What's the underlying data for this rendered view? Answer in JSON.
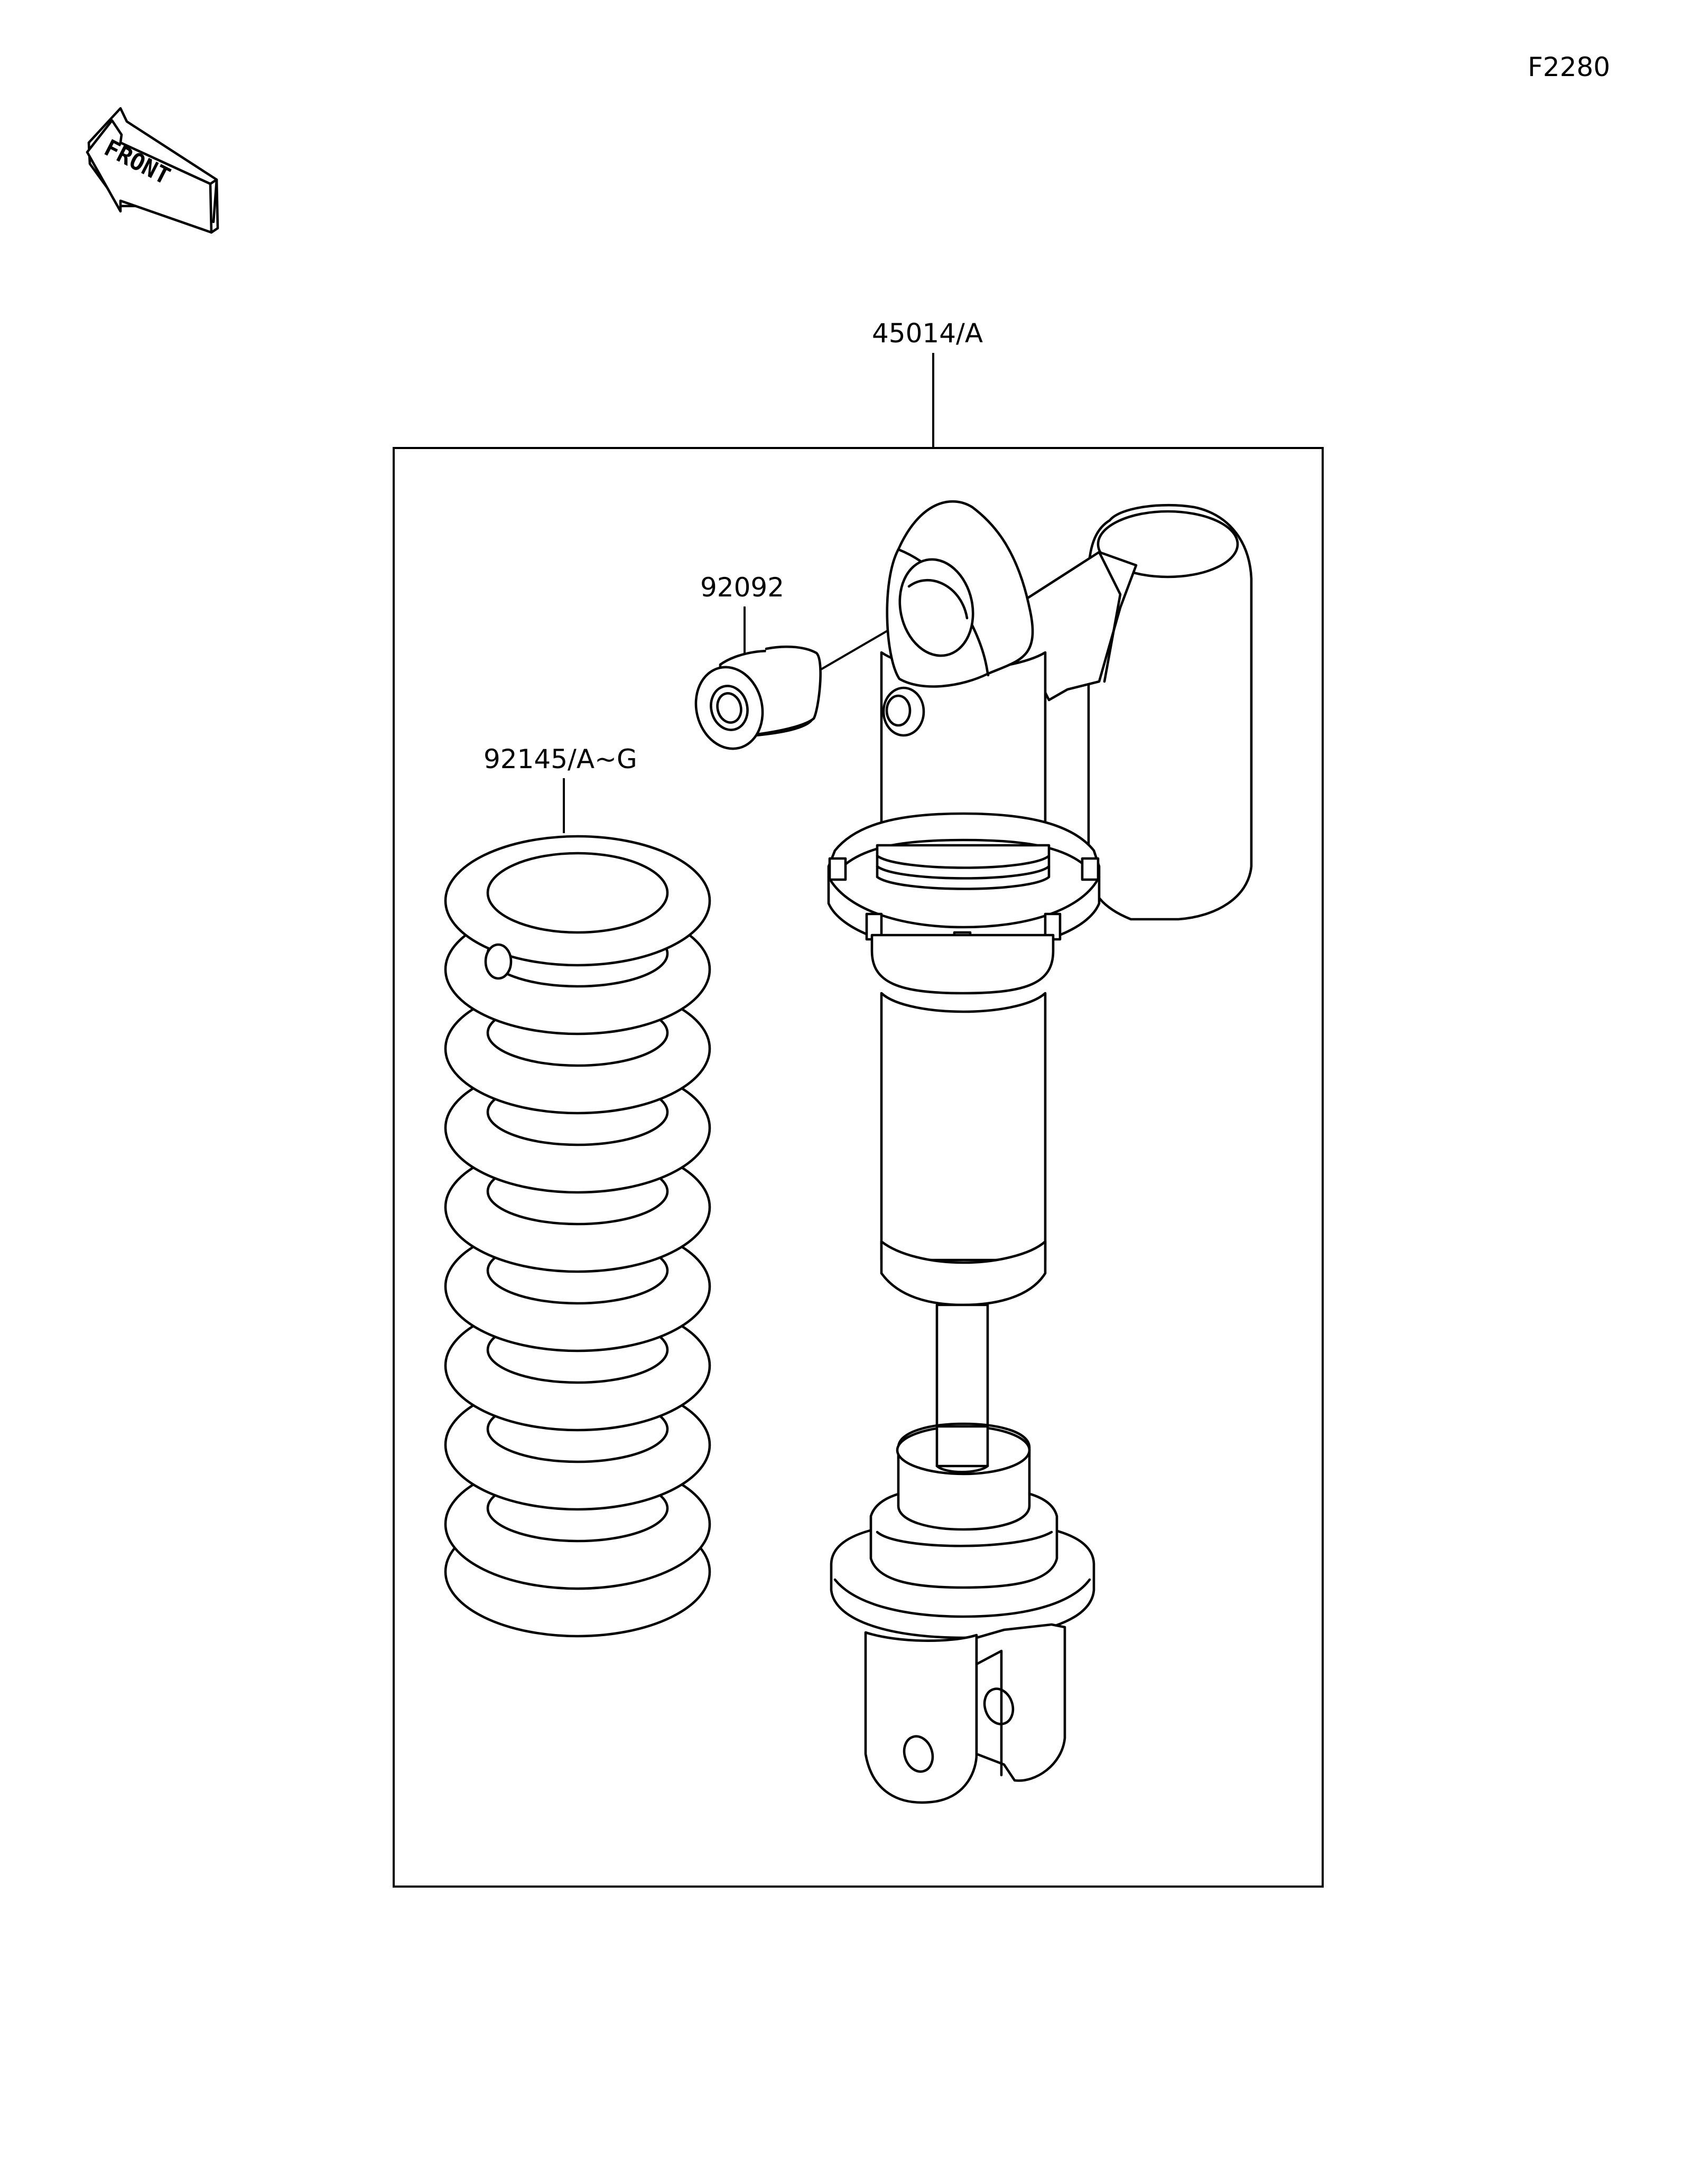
{
  "figure": {
    "code": "F2280",
    "direction_label": "FRONT"
  },
  "parts": [
    {
      "number": "45014/A"
    },
    {
      "number": "92092"
    },
    {
      "number": "92145/A~G"
    }
  ]
}
